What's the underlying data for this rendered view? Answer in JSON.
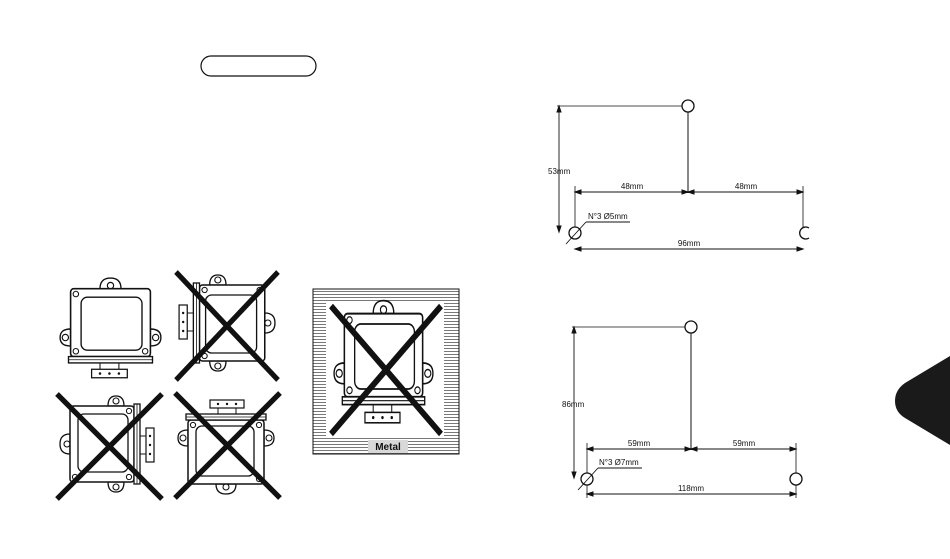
{
  "top_pill": {
    "text": ""
  },
  "mounting_diagram_1": {
    "vertical_dim": "53mm",
    "left_span": "48mm",
    "right_span": "48mm",
    "total_span": "96mm",
    "hole_spec": "N°3 Ø5mm"
  },
  "mounting_diagram_2": {
    "vertical_dim": "86mm",
    "left_span": "59mm",
    "right_span": "59mm",
    "total_span": "118mm",
    "hole_spec": "N°3 Ø7mm"
  },
  "orientation_panel": {
    "metal_label": "Metal",
    "orientations": [
      {
        "view": "upright",
        "allowed": true
      },
      {
        "view": "rotated-left",
        "allowed": false
      },
      {
        "view": "rotated-right",
        "allowed": false
      },
      {
        "view": "inverted",
        "allowed": false
      },
      {
        "view": "on-metal-surface",
        "allowed": false
      }
    ]
  },
  "side_tab": {
    "color": "#1a1a1a"
  }
}
